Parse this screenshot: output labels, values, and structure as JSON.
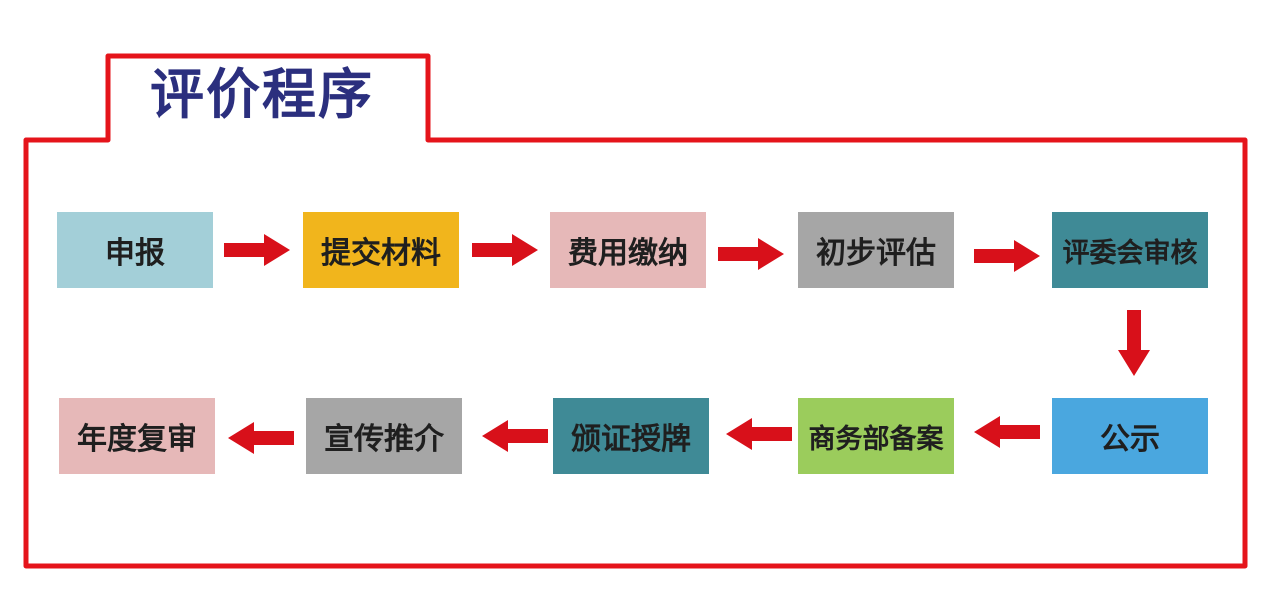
{
  "title": "评价程序",
  "colors": {
    "frame": "#e5141b",
    "arrow": "#d8101a",
    "title_text": "#2b2f7e"
  },
  "steps": [
    {
      "label": "申报",
      "color": "#a3cfd8"
    },
    {
      "label": "提交材料",
      "color": "#f1b51c"
    },
    {
      "label": "费用缴纳",
      "color": "#e6b8b8"
    },
    {
      "label": "初步评估",
      "color": "#a6a6a6"
    },
    {
      "label": "评委会审核",
      "color": "#3f8a96"
    },
    {
      "label": "公示",
      "color": "#4aa7df"
    },
    {
      "label": "商务部备案",
      "color": "#9bcc5c"
    },
    {
      "label": "颁证授牌",
      "color": "#3f8a96"
    },
    {
      "label": "宣传推介",
      "color": "#a6a6a6"
    },
    {
      "label": "年度复审",
      "color": "#e6b8b8"
    }
  ]
}
